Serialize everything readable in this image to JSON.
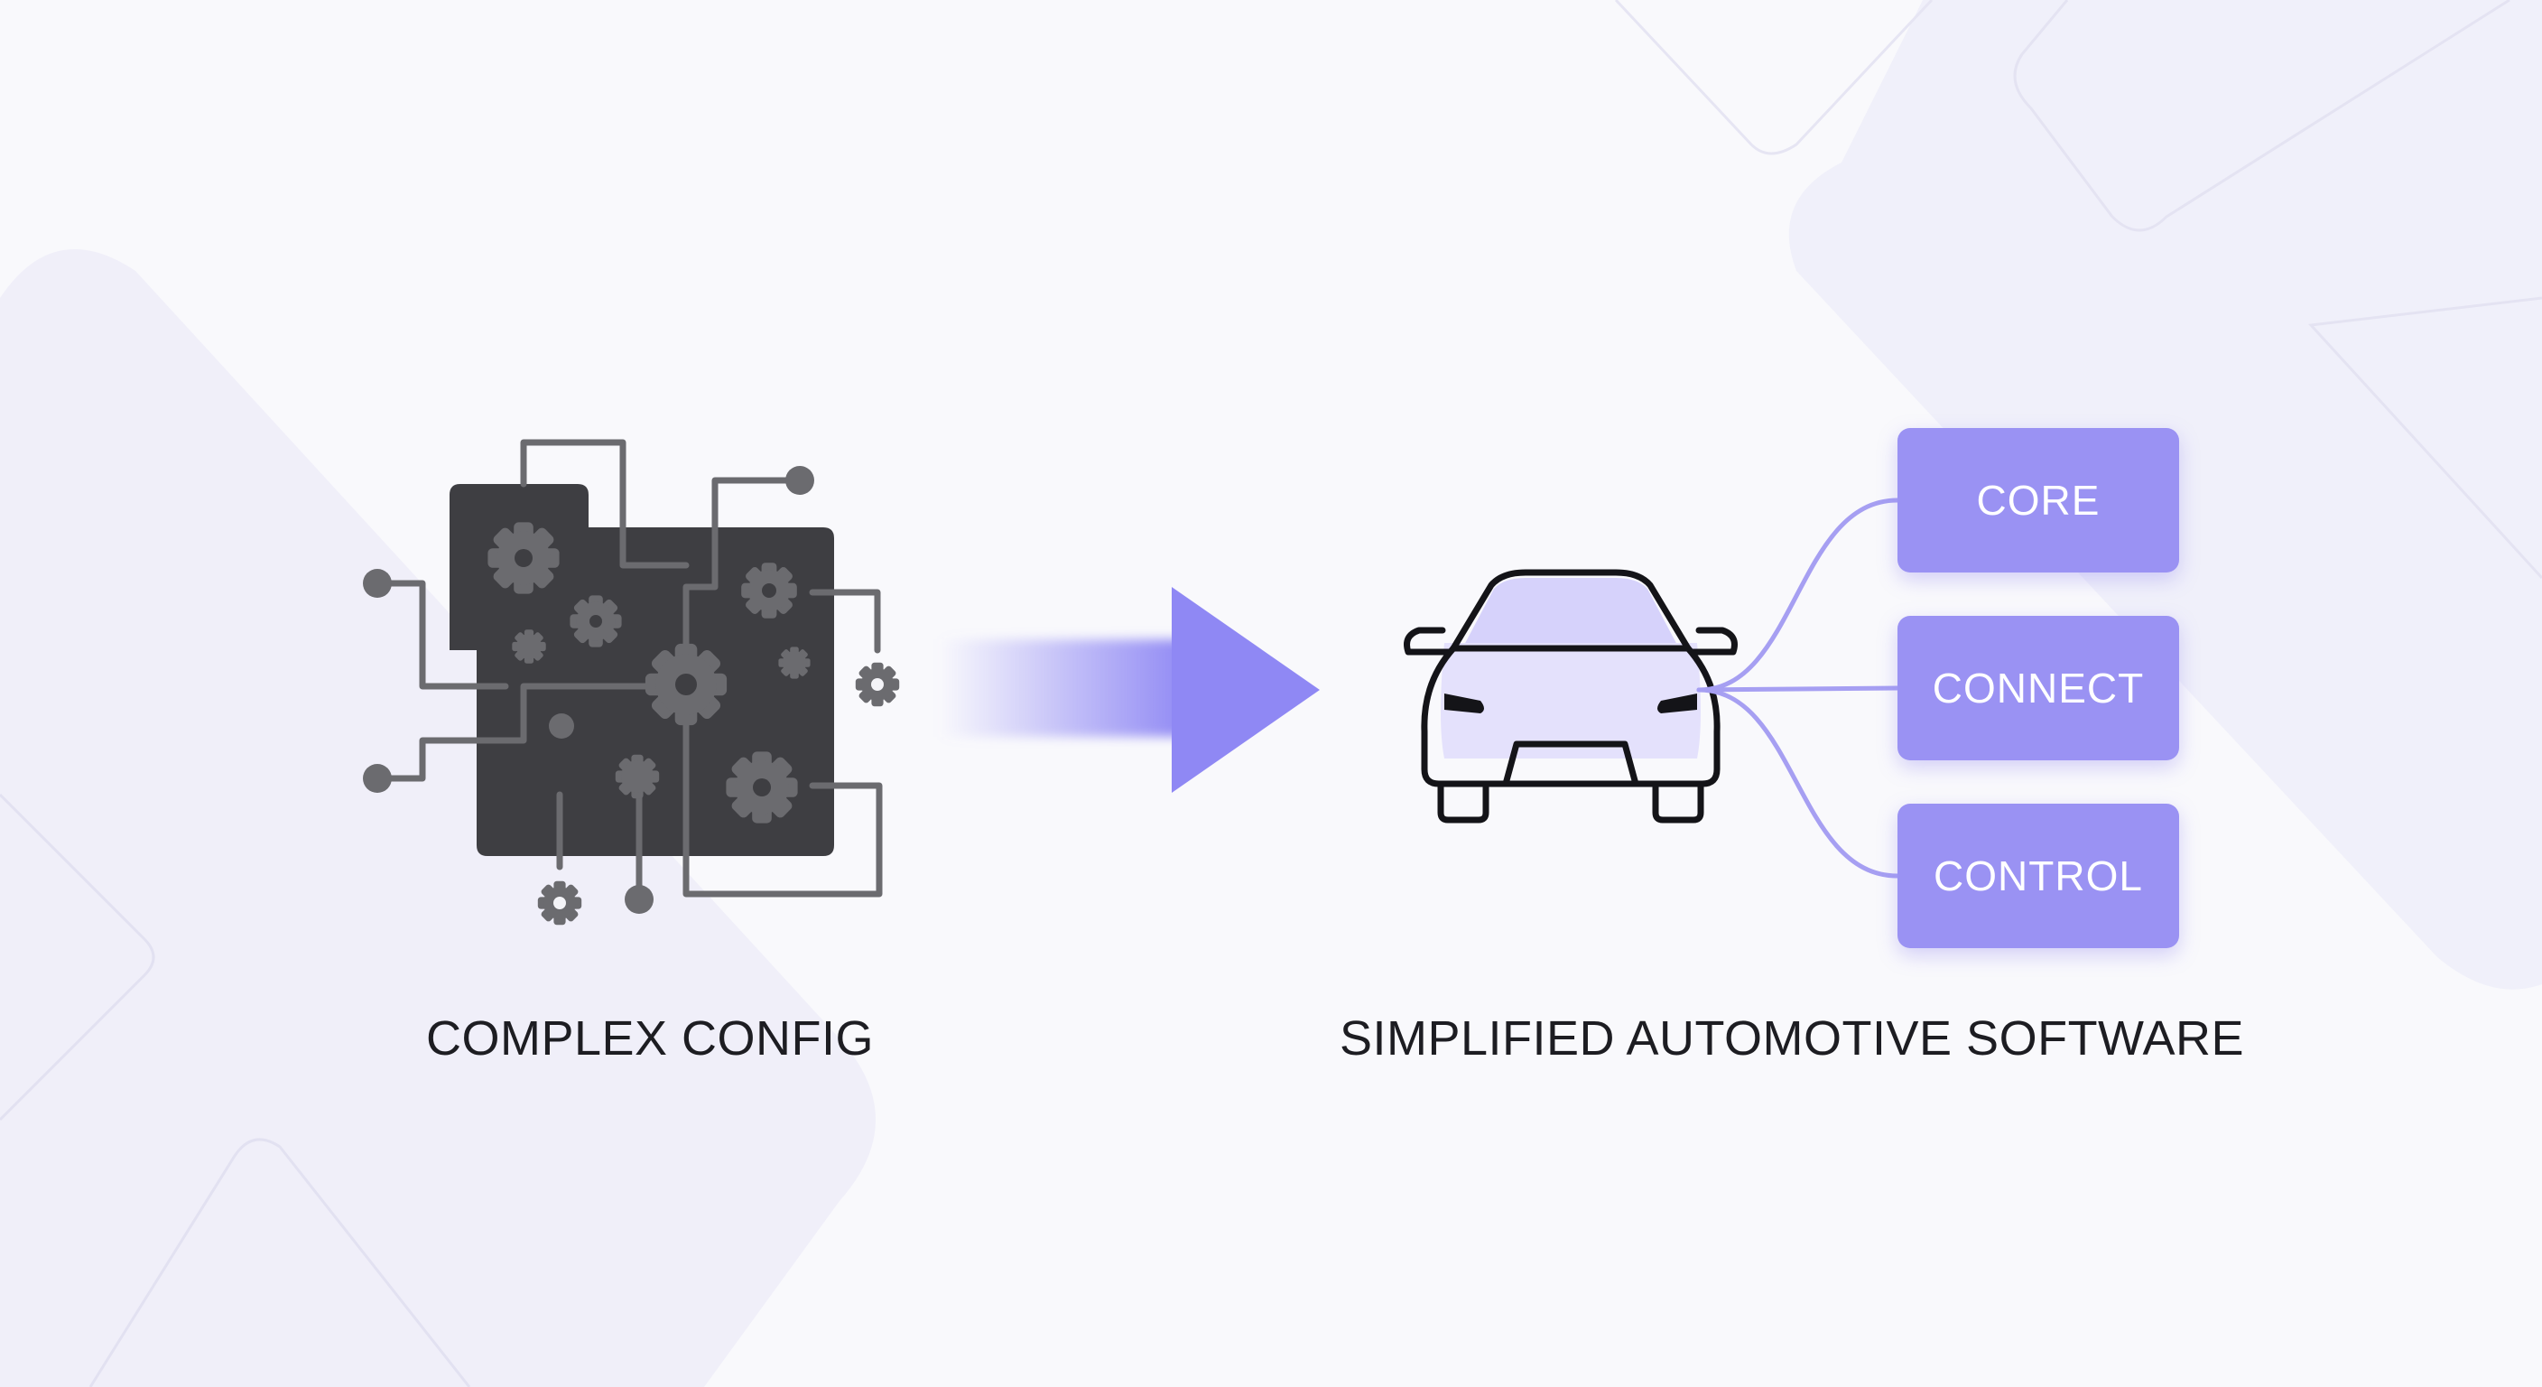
{
  "left_panel": {
    "icon": "complex-config-gears-icon",
    "caption": "COMPLEX CONFIG"
  },
  "transition": {
    "icon": "right-arrow-icon"
  },
  "right_panel": {
    "icon": "car-front-icon",
    "caption": "SIMPLIFIED AUTOMOTIVE SOFTWARE",
    "modules": [
      {
        "label": "CORE"
      },
      {
        "label": "CONNECT"
      },
      {
        "label": "CONTROL"
      }
    ]
  },
  "colors": {
    "accent": "#9a92f3",
    "arrow": "#8f88f4",
    "dark_block": "#3e3e42",
    "gears": "#6b6b6f",
    "text": "#1d1d22",
    "background": "#f9f9fc"
  }
}
